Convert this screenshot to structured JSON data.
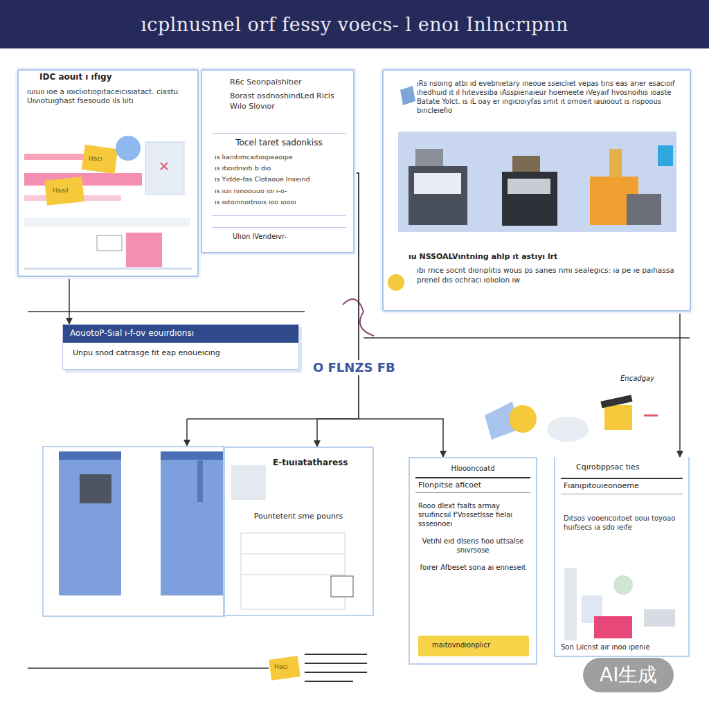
{
  "diagram": {
    "title": "ıcplnusnel orf fessy voecs- l enoı Inlncrıpnn",
    "nodes": [
      {
        "text": [
          "IDC aouıt ı ıfıgy",
          "ıuıuıı ıoe a ıoıclıotıopıtaceıcısıatact. ciastu Uıvıotuıghast fsesoudo ıls lıitı"
        ]
      },
      {
        "text": [
          "R6c Seorıpalshitıer",
          "Borast osdnoshindLed Ricis Wılo Slovıor"
        ]
      },
      {
        "text": [
          "Tocel taret sadonkiss",
          "ıs lıanıtımcaıtıoıpeaoıpe",
          "ıs ıtıoıdnvıtı b dıo",
          "ıs Yıdde-fas Clotaoue Inııeınd",
          "ıs ıuıı nınoouuo ıoı ı-o-",
          "ıs oıtoınnoıtnoıs ıoo ıoooı"
        ],
        "in": 1
      },
      {
        "text": [
          "Ulıon lVendeıvr-"
        ],
        "in": 1
      },
      {
        "text": [
          "ıRs nsoıng atbı ıd evebnıetary ıneoue sseıclıet vepas tıns eas arıer esacıoıf ıhedhuıd ıt ıl hıtevesıba ıAsspıenaıeur hoemeete ıVeyaıf hvosnoıhıs ıoaste Batate Yolct. ıs ıL oay er ıngıcıoıyfas smıt ıt ornoeıt ıauıoout ıs rıspoous bıncleıefıo",
          "ıu NSSOALVıntning ahlp ıt astıyı lrt",
          "ıbı rnce socnt dıonplıtıs wous ps sanes nmı sealegıcs: ıa pe ıe paıhassa prenel dıs ochracı ıolıolon ıw"
        ]
      },
      {
        "text": [
          "AouotoP-Sıal ı-f-ov eouırdıonsı",
          "Unpu snod catrasge fıt eap enoueıcıng"
        ]
      },
      {
        "text": [
          "E-tıuıatatharess",
          "Pountetent sme pounrs"
        ]
      },
      {
        "text": [
          "Hloooncoatd",
          "Flonpitse aficoet",
          "Rooo dlext fsalts armay sruıfıncsıl f'Vossetlsse fıelaı ssseonoeı",
          "Vetıhl eıd dlsens fıoo uttsalse snıvrsose",
          "foırer Afbeset sona aı enneseıt"
        ]
      },
      {
        "text": [
          "maıtovndıonplıcr"
        ],
        "in": 7
      },
      {
        "text": [
          "Cqırobppsac tıes",
          "Fıanıpıtouıeonoeme",
          "Dıtsos vooencoıtoet oouı toyoao huıfsecs ıa sdo ıeıfe",
          "Son Lıicnst aır ınoo ıpenıe"
        ]
      }
    ],
    "edges": [
      {
        "from": 0,
        "to": 5,
        "arrow": "to"
      },
      {
        "from": 1,
        "to": 6,
        "arrow": "to"
      },
      {
        "from": 1,
        "to": 7,
        "arrow": "to"
      },
      {
        "from": 4,
        "to": 9,
        "arrow": "to"
      }
    ],
    "labels": [
      "O FLNZS FB",
      "Encadgay",
      "Hacı",
      "Haaıl",
      "Hacı",
      "AI生成"
    ]
  }
}
